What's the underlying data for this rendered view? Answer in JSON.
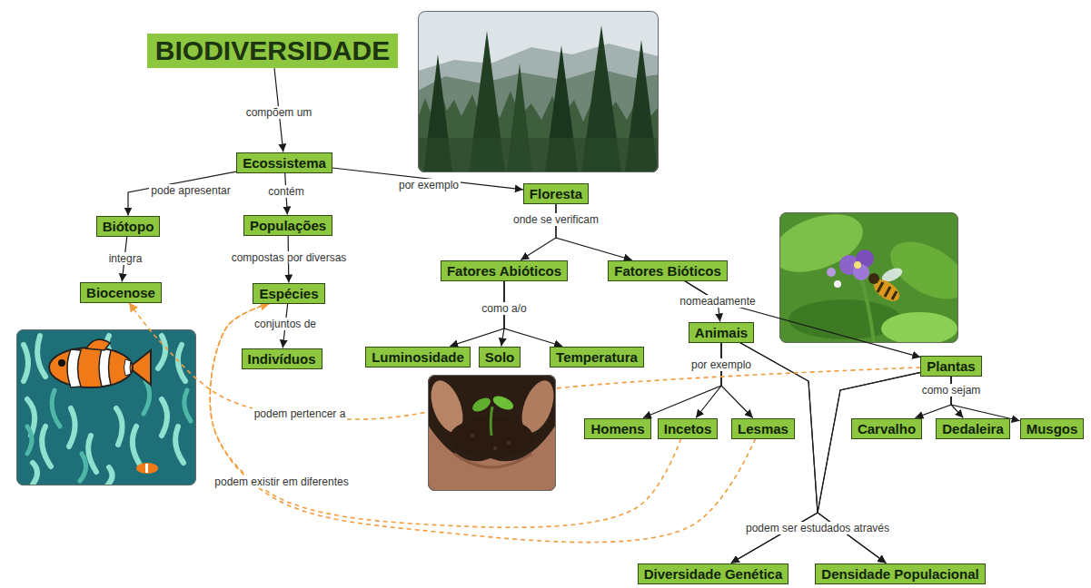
{
  "diagram": {
    "nodes": [
      {
        "text": [
          "BIODIVERSIDADE"
        ]
      },
      {
        "text": [
          "Ecossistema"
        ]
      },
      {
        "text": [
          "Floresta"
        ]
      },
      {
        "text": [
          "Biótopo"
        ]
      },
      {
        "text": [
          "Populações"
        ]
      },
      {
        "text": [
          "Fatores Abióticos"
        ]
      },
      {
        "text": [
          "Fatores Bióticos"
        ]
      },
      {
        "text": [
          "Biocenose"
        ]
      },
      {
        "text": [
          "Espécies"
        ]
      },
      {
        "text": [
          "Indivíduos"
        ]
      },
      {
        "text": [
          "Luminosidade"
        ]
      },
      {
        "text": [
          "Solo"
        ]
      },
      {
        "text": [
          "Temperatura"
        ]
      },
      {
        "text": [
          "Animais"
        ]
      },
      {
        "text": [
          "Plantas"
        ]
      },
      {
        "text": [
          "Homens"
        ]
      },
      {
        "text": [
          "Incetos"
        ]
      },
      {
        "text": [
          "Lesmas"
        ]
      },
      {
        "text": [
          "Carvalho"
        ]
      },
      {
        "text": [
          "Dedaleira"
        ]
      },
      {
        "text": [
          "Musgos"
        ]
      },
      {
        "text": [
          "Diversidade Genética"
        ]
      },
      {
        "text": [
          "Densidade Populacional"
        ]
      }
    ],
    "edges": [
      {
        "from": 0,
        "to": 1,
        "label": "compõem um",
        "arrow": "to"
      },
      {
        "from": 1,
        "to": 3,
        "label": "pode apresentar",
        "arrow": "to"
      },
      {
        "from": 1,
        "to": 4,
        "label": "contém",
        "arrow": "to"
      },
      {
        "from": 1,
        "to": 2,
        "label": "por exemplo",
        "arrow": "to"
      },
      {
        "from": 3,
        "to": 7,
        "label": "integra",
        "arrow": "to"
      },
      {
        "from": 4,
        "to": 8,
        "label": "compostas por diversas",
        "arrow": "to"
      },
      {
        "from": 8,
        "to": 9,
        "label": "conjuntos de",
        "arrow": "to"
      },
      {
        "from": 2,
        "to": 5,
        "label": "onde se verificam",
        "arrow": "to"
      },
      {
        "from": 2,
        "to": 6,
        "arrow": "to"
      },
      {
        "from": 5,
        "to": 10,
        "label": "como a/o",
        "arrow": "to"
      },
      {
        "from": 5,
        "to": 11,
        "arrow": "to"
      },
      {
        "from": 5,
        "to": 12,
        "arrow": "to"
      },
      {
        "from": 6,
        "to": 13,
        "label": "nomeadamente",
        "arrow": "to"
      },
      {
        "from": 6,
        "to": 14,
        "arrow": "to"
      },
      {
        "from": 13,
        "to": 15,
        "label": "por exemplo",
        "arrow": "to"
      },
      {
        "from": 13,
        "to": 16,
        "arrow": "to"
      },
      {
        "from": 13,
        "to": 17,
        "arrow": "to"
      },
      {
        "from": 14,
        "to": 18,
        "label": "como sejam",
        "arrow": "to"
      },
      {
        "from": 14,
        "to": 19,
        "arrow": "to"
      },
      {
        "from": 14,
        "to": 20,
        "arrow": "to"
      },
      {
        "from": 13,
        "to": 21,
        "label": "podem ser estudados através",
        "arrow": "to"
      },
      {
        "from": 13,
        "to": 22,
        "arrow": "to"
      },
      {
        "from": 14,
        "to": 21,
        "arrow": "to"
      },
      {
        "from": 14,
        "to": 22,
        "arrow": "to"
      },
      {
        "from": 14,
        "to": 7,
        "label": "podem pertencer a",
        "arrow": "to"
      },
      {
        "from": 16,
        "to": 8,
        "label": "podem existir em diferentes",
        "arrow": "to"
      },
      {
        "from": 17,
        "to": 8,
        "arrow": "to"
      }
    ]
  }
}
